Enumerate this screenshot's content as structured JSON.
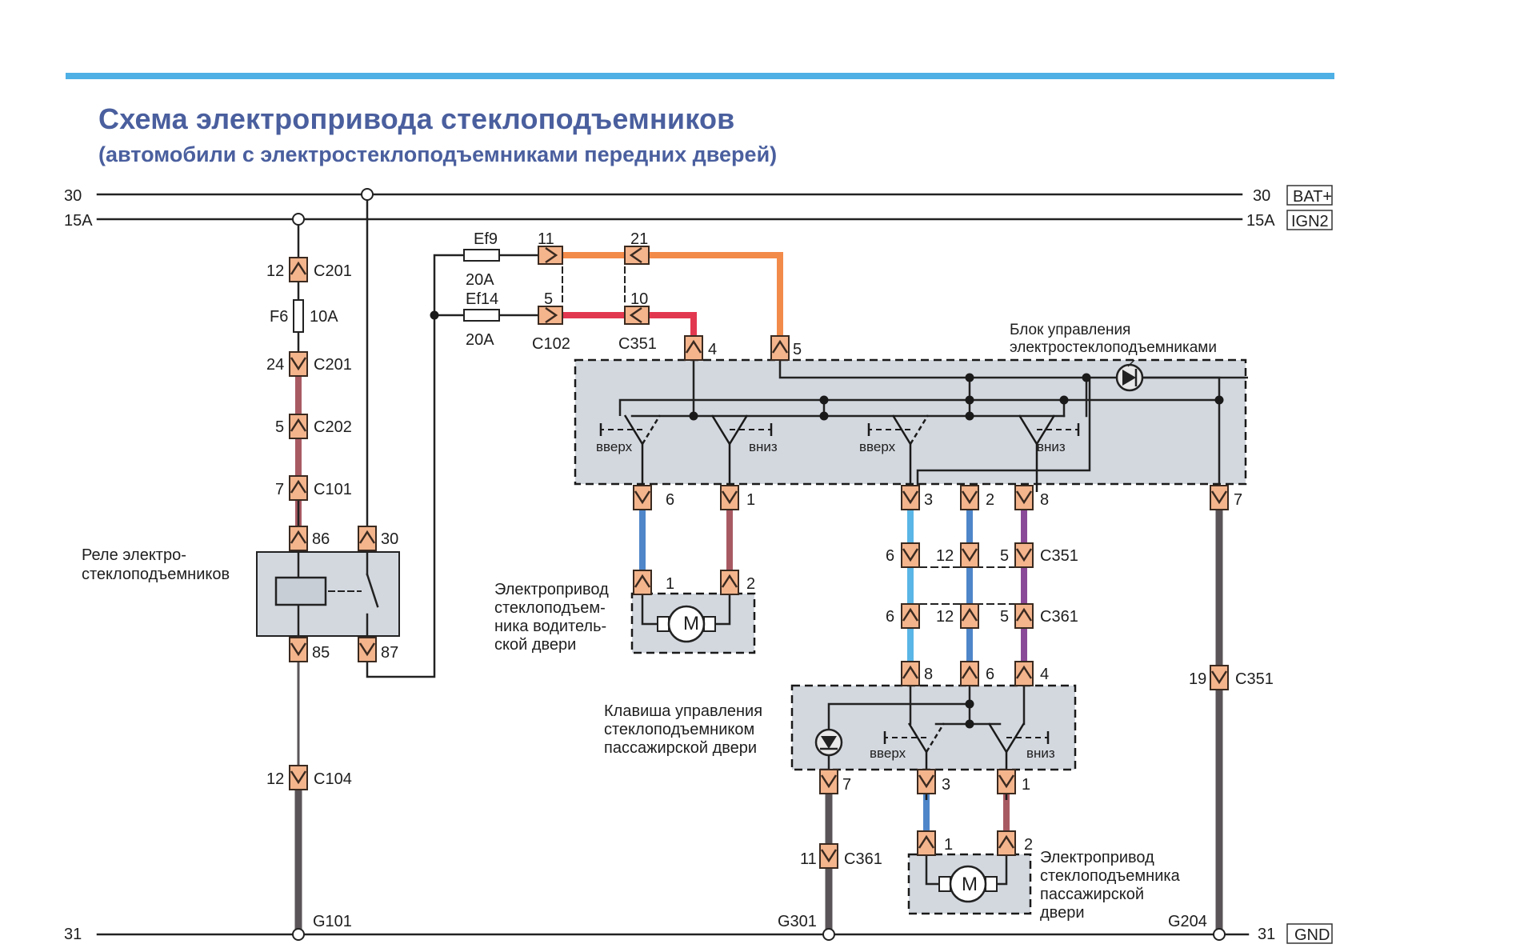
{
  "title": "Схема электропривода стеклоподъемников",
  "subtitle": "(автомобили с электростеклоподъемниками передних дверей)",
  "colors": {
    "accent_bar": "#4fb0e6",
    "title": "#4a5f9e",
    "connector_fill": "#f4b48c",
    "block_fill": "#d3d8df",
    "wire_black": "#222222",
    "wire_orange": "#f28a4a",
    "wire_red": "#e2384f",
    "wire_brown_pink": "#a85a63",
    "wire_blue": "#4e86c9",
    "wire_light_blue": "#5ab6e6",
    "wire_violet": "#8a4a98",
    "wire_gray": "#5a5458"
  },
  "buses": {
    "bat_left": "30",
    "bat_right": "30",
    "bat_tag": "BAT+",
    "ign_left": "15A",
    "ign_right": "15A",
    "ign_tag": "IGN2",
    "gnd_left": "31",
    "gnd_right": "31",
    "gnd_tag": "GND"
  },
  "fuses": {
    "f6": {
      "name": "F6",
      "rating": "10A"
    },
    "ef9": {
      "name": "Ef9",
      "rating": "20A"
    },
    "ef14": {
      "name": "Ef14",
      "rating": "20A"
    }
  },
  "connectors": {
    "c201_top": {
      "pin": "12",
      "name": "C201"
    },
    "c201_bot": {
      "pin": "24",
      "name": "C201"
    },
    "c202": {
      "pin": "5",
      "name": "C202"
    },
    "c101": {
      "pin": "7",
      "name": "C101"
    },
    "relay_86": {
      "pin": "86"
    },
    "relay_30": {
      "pin": "30"
    },
    "relay_85": {
      "pin": "85"
    },
    "relay_87": {
      "pin": "87"
    },
    "c104": {
      "pin": "12",
      "name": "C104"
    },
    "c102_11": {
      "pin": "11"
    },
    "c102_5": {
      "pin": "5",
      "name": "C102"
    },
    "c351_21": {
      "pin": "21"
    },
    "c351_10": {
      "pin": "10",
      "name": "C351"
    },
    "ecu_4": {
      "pin": "4"
    },
    "ecu_5": {
      "pin": "5"
    },
    "ecu_6": {
      "pin": "6"
    },
    "ecu_1": {
      "pin": "1"
    },
    "ecu_3": {
      "pin": "3"
    },
    "ecu_2": {
      "pin": "2"
    },
    "ecu_8": {
      "pin": "8"
    },
    "ecu_7": {
      "pin": "7"
    },
    "dm_1": {
      "pin": "1"
    },
    "dm_2": {
      "pin": "2"
    },
    "c351_row": {
      "pins": [
        "6",
        "12",
        "5"
      ],
      "name": "C351"
    },
    "c361_row": {
      "pins": [
        "6",
        "12",
        "5"
      ],
      "name": "C361"
    },
    "sw_8": {
      "pin": "8"
    },
    "sw_6": {
      "pin": "6"
    },
    "sw_4": {
      "pin": "4"
    },
    "sw_7": {
      "pin": "7"
    },
    "sw_3": {
      "pin": "3"
    },
    "sw_1": {
      "pin": "1"
    },
    "c351_19": {
      "pin": "19",
      "name": "C351"
    },
    "c361_11": {
      "pin": "11",
      "name": "C361"
    },
    "pm_1": {
      "pin": "1"
    },
    "pm_2": {
      "pin": "2"
    }
  },
  "grounds": {
    "g101": "G101",
    "g301": "G301",
    "g204": "G204"
  },
  "components": {
    "relay_label": [
      "Реле электро-",
      "стеклоподъемников"
    ],
    "ecu_label": [
      "Блок управления",
      "электростеклоподъемниками"
    ],
    "driver_motor_label": [
      "Электропривод",
      "стеклоподъем-",
      "ника водитель-",
      "ской двери"
    ],
    "switch_label": [
      "Клавиша управления",
      "стеклоподъемником",
      "пассажирской двери"
    ],
    "passenger_motor_label": [
      "Электропривод",
      "стеклоподъемника",
      "пассажирской",
      "двери"
    ],
    "motor_symbol": "M",
    "up": "вверх",
    "down": "вниз"
  }
}
